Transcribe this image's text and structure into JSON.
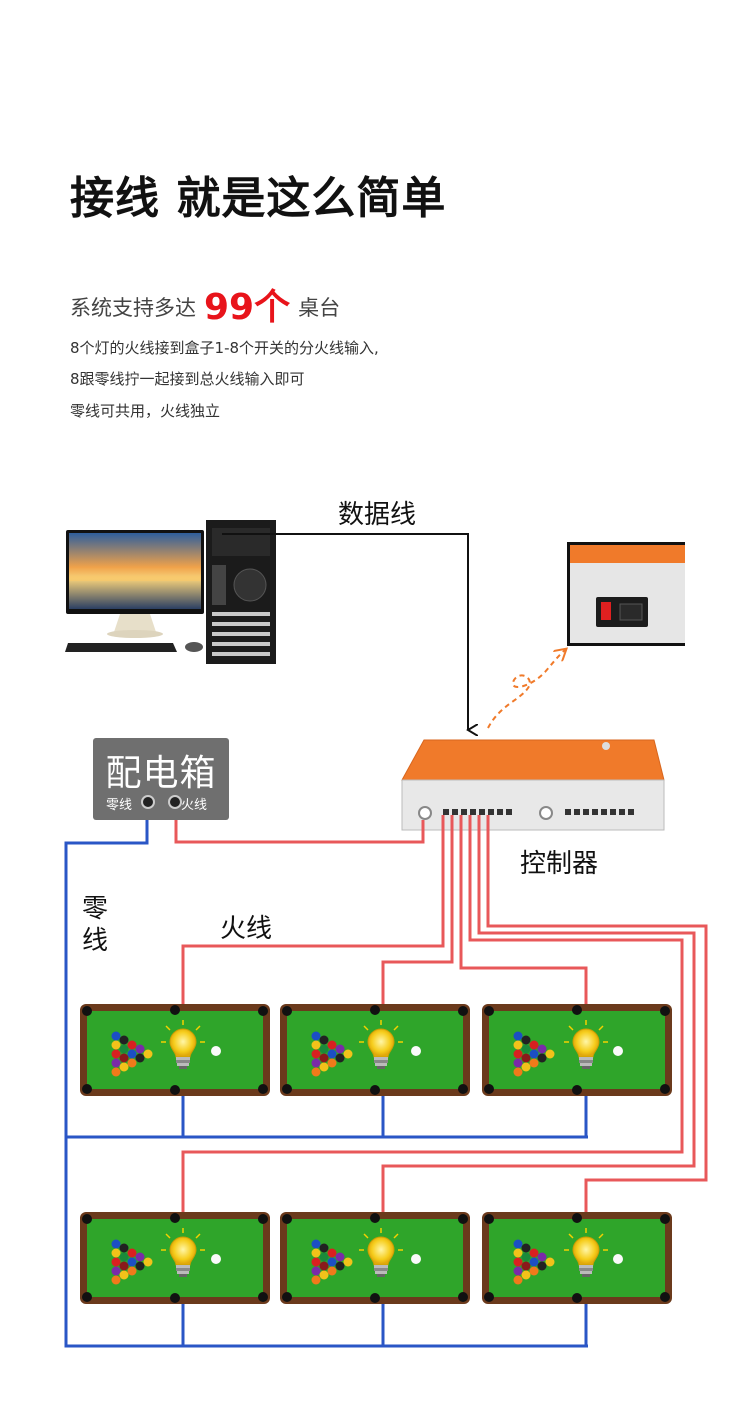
{
  "header": {
    "title": "接线 就是这么简单",
    "subtitle_prefix": "系统支持多达",
    "subtitle_number": "99个",
    "subtitle_suffix": "桌台"
  },
  "description": {
    "line1": "8个灯的火线接到盒子1-8个开关的分火线输入,",
    "line2": "8跟零线拧一起接到总火线输入即可",
    "line3": "零线可共用，火线独立"
  },
  "diagram": {
    "data_cable_label": "数据线",
    "controller_label": "控制器",
    "live_wire_label": "火线",
    "neutral_wire_label": "零线",
    "distribution_box": {
      "title": "配电箱",
      "neutral_port": "零线",
      "live_port": "火线"
    },
    "colors": {
      "live_wire": "#e8585a",
      "neutral_wire": "#2a56c6",
      "controller_orange": "#f07a2a",
      "table_felt": "#2fa52a",
      "table_rail": "#6b3a1c"
    }
  }
}
